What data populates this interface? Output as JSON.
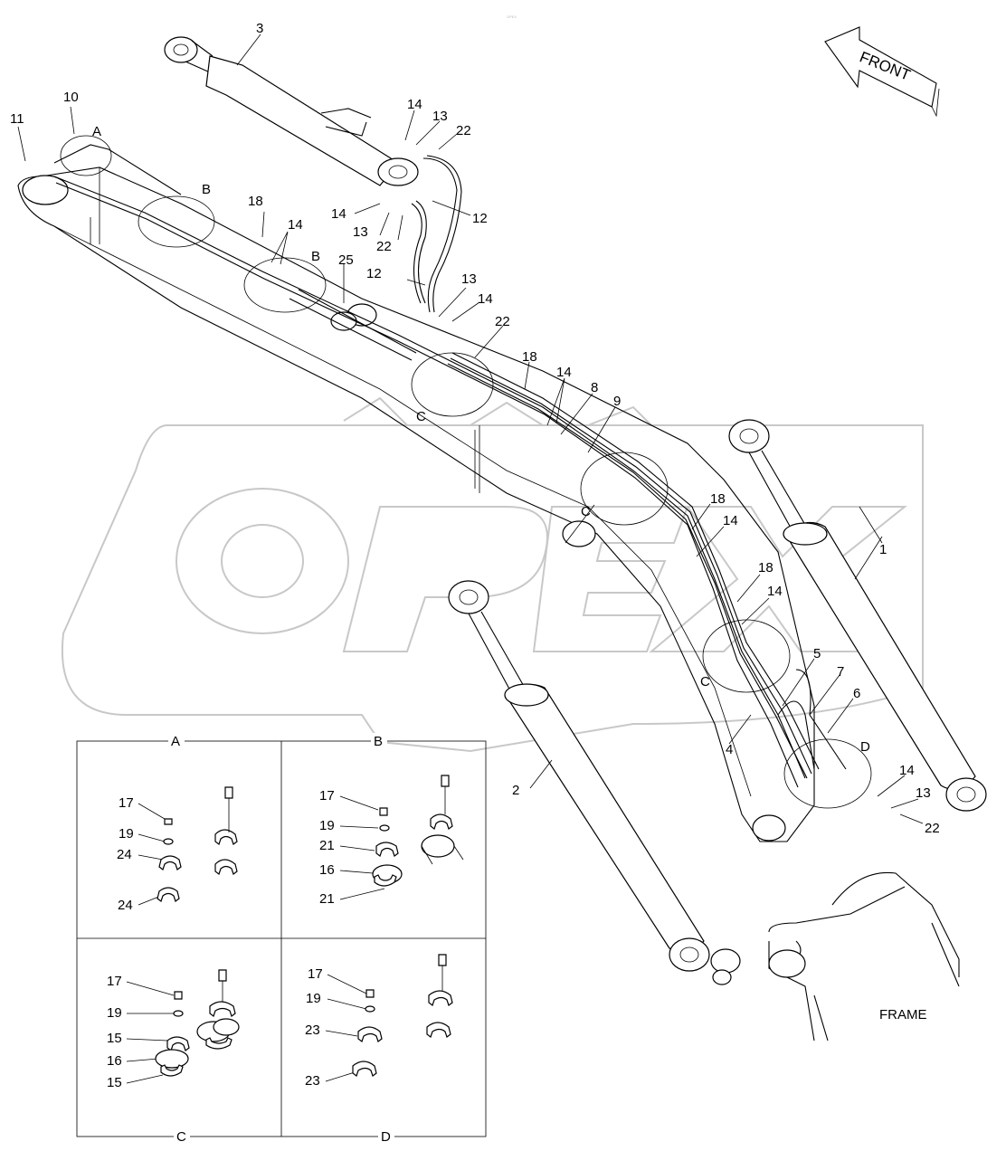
{
  "watermark": "OPEX",
  "front_label": "FRONT",
  "frame_label": "FRAME",
  "callouts": {
    "c1": "1",
    "c2": "2",
    "c3": "3",
    "c4": "4",
    "c5": "5",
    "c6": "6",
    "c7": "7",
    "c8": "8",
    "c9": "9",
    "c10": "10",
    "c11": "11",
    "c12a": "12",
    "c12b": "12",
    "c13a": "13",
    "c13b": "13",
    "c13c": "13",
    "c13d": "13",
    "c14a": "14",
    "c14b": "14",
    "c14c": "14",
    "c14d": "14",
    "c14e": "14",
    "c14f": "14",
    "c14g": "14",
    "c14h": "14",
    "c18a": "18",
    "c18b": "18",
    "c18c": "18",
    "c18d": "18",
    "c22a": "22",
    "c22b": "22",
    "c22c": "22",
    "c22d": "22",
    "c25": "25",
    "zA": "A",
    "zB1": "B",
    "zB2": "B",
    "zC1": "C",
    "zC2": "C",
    "zC3": "C",
    "zD": "D"
  },
  "detail_panels": {
    "A": {
      "title": "A",
      "labels": [
        "17",
        "19",
        "24",
        "24"
      ]
    },
    "B": {
      "title": "B",
      "labels": [
        "17",
        "19",
        "21",
        "16",
        "21"
      ]
    },
    "C": {
      "title": "C",
      "labels": [
        "17",
        "19",
        "15",
        "16",
        "15"
      ]
    },
    "D": {
      "title": "D",
      "labels": [
        "17",
        "19",
        "23",
        "23"
      ]
    }
  }
}
